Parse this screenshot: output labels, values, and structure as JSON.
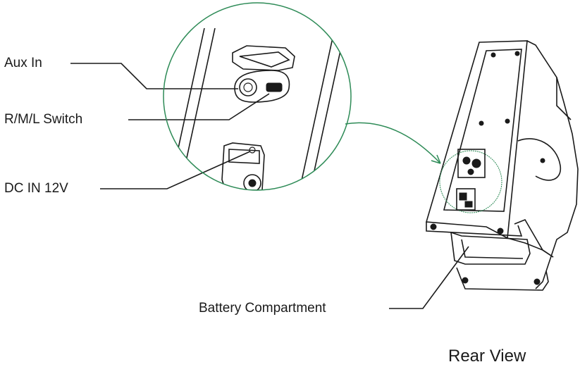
{
  "labels": {
    "aux_in": "Aux In",
    "rml_switch": "R/M/L Switch",
    "dc_in": "DC IN 12V",
    "battery": "Battery Compartment",
    "rear_view": "Rear View"
  },
  "colors": {
    "ink": "#1a1a1a",
    "magnifier_circle": "#2e8b57",
    "arrow": "#2e8b57"
  }
}
